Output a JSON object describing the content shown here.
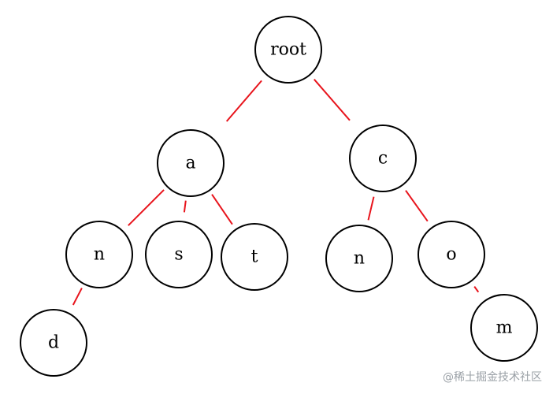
{
  "tree": {
    "nodes": [
      {
        "id": "root",
        "label": "root"
      },
      {
        "id": "a",
        "label": "a"
      },
      {
        "id": "c",
        "label": "c"
      },
      {
        "id": "n1",
        "label": "n"
      },
      {
        "id": "s",
        "label": "s"
      },
      {
        "id": "t",
        "label": "t"
      },
      {
        "id": "n2",
        "label": "n"
      },
      {
        "id": "o",
        "label": "o"
      },
      {
        "id": "d",
        "label": "d"
      },
      {
        "id": "m",
        "label": "m"
      }
    ],
    "edges": [
      {
        "from": "root",
        "to": "a"
      },
      {
        "from": "root",
        "to": "c"
      },
      {
        "from": "a",
        "to": "n1"
      },
      {
        "from": "a",
        "to": "s"
      },
      {
        "from": "a",
        "to": "t"
      },
      {
        "from": "c",
        "to": "n2"
      },
      {
        "from": "c",
        "to": "o"
      },
      {
        "from": "n1",
        "to": "d"
      },
      {
        "from": "o",
        "to": "m"
      }
    ]
  },
  "colors": {
    "edge": "#e8141c",
    "node_stroke": "#000000",
    "watermark": "#9aa0a6"
  },
  "watermark": {
    "text": "@稀土掘金技术社区"
  }
}
